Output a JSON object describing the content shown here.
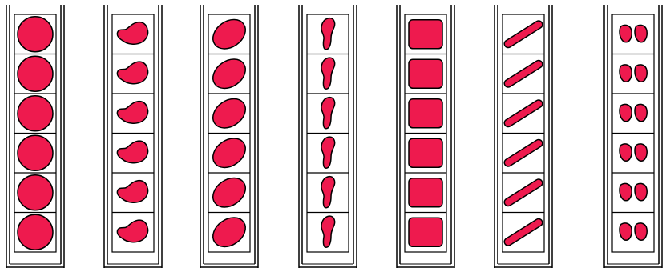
{
  "palette": {
    "fill": "#ee1a4e",
    "stroke": "#000000",
    "background": "#ffffff"
  },
  "columns": [
    {
      "shape": "circle-icon",
      "cells": 6
    },
    {
      "shape": "irregular-blob-icon",
      "cells": 6
    },
    {
      "shape": "tilted-ellipse-icon",
      "cells": 6
    },
    {
      "shape": "narrow-vertical-blob-icon",
      "cells": 6
    },
    {
      "shape": "rounded-square-icon",
      "cells": 6
    },
    {
      "shape": "diagonal-rod-icon",
      "cells": 6
    },
    {
      "shape": "paired-lobes-icon",
      "cells": 6
    }
  ]
}
